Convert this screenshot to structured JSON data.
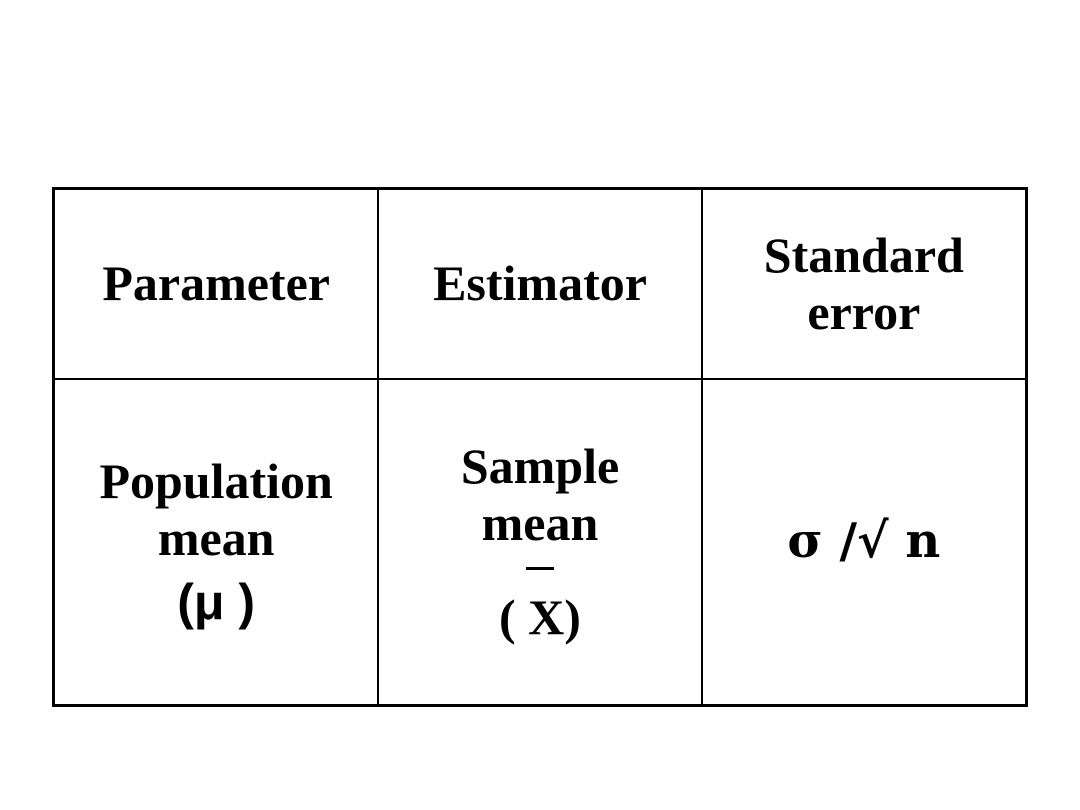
{
  "table": {
    "headers": {
      "parameter": "Parameter",
      "estimator": "Estimator",
      "standard_error_line1": "Standard",
      "standard_error_line2": "error"
    },
    "row": {
      "parameter_line1": "Population",
      "parameter_line2": "mean",
      "parameter_symbol": "(μ )",
      "estimator_line1": "Sample",
      "estimator_line2": "mean",
      "estimator_symbol": "( X)",
      "standard_error_formula": "σ /√ n"
    }
  }
}
